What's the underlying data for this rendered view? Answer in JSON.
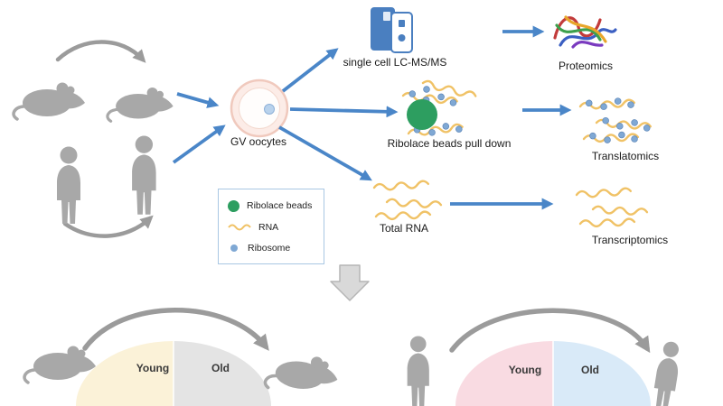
{
  "figure": {
    "gv_oocytes_label": "GV oocytes",
    "branches": {
      "proteomics": {
        "method": "single cell LC-MS/MS",
        "omics": "Proteomics"
      },
      "translatomics": {
        "method": "Ribolace beads pull down",
        "omics": "Translatomics"
      },
      "transcriptomics": {
        "method": "Total RNA",
        "omics": "Transcriptomics"
      }
    },
    "legend": {
      "ribolace_beads": "Ribolace beads",
      "rna": "RNA",
      "ribosome": "Ribosome"
    },
    "aging_mouse": {
      "young": "Young",
      "old": "Old"
    },
    "aging_human": {
      "young": "Young",
      "old": "Old"
    }
  },
  "colors": {
    "arrow_blue": "#4a86c8",
    "arrow_gray": "#9b9b9b",
    "silhouette_gray": "#a8a8a8",
    "rna_yellow": "#f0c266",
    "ribosome_blue": "#7fa8d4",
    "ribolace_green": "#2d9e60",
    "instrument_blue": "#4a7fc0",
    "oocyte_fill": "#fcece7",
    "oocyte_ring": "#f0c9bd",
    "gv_dot": "#b9d2ec",
    "mouse_young_fill": "#fbf2d8",
    "mouse_old_fill": "#e4e4e4",
    "human_young_fill": "#f9dbe2",
    "human_old_fill": "#d9eaf8",
    "block_arrow_fill": "#d9d9d9"
  }
}
